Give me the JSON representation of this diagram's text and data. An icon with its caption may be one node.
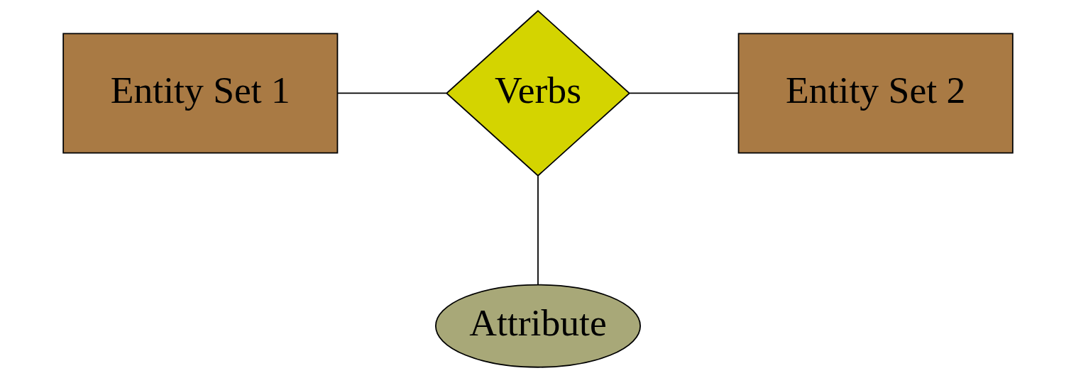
{
  "diagram": {
    "nodes": [
      {
        "text": [
          "Entity Set 1"
        ]
      },
      {
        "text": [
          "Verbs"
        ]
      },
      {
        "text": [
          "Entity Set 2"
        ]
      },
      {
        "text": [
          "Attribute"
        ]
      }
    ],
    "edges": [
      {
        "from": 0,
        "to": 1,
        "arrow": "none"
      },
      {
        "from": 1,
        "to": 2,
        "arrow": "none"
      },
      {
        "from": 1,
        "to": 3,
        "arrow": "none"
      }
    ]
  }
}
